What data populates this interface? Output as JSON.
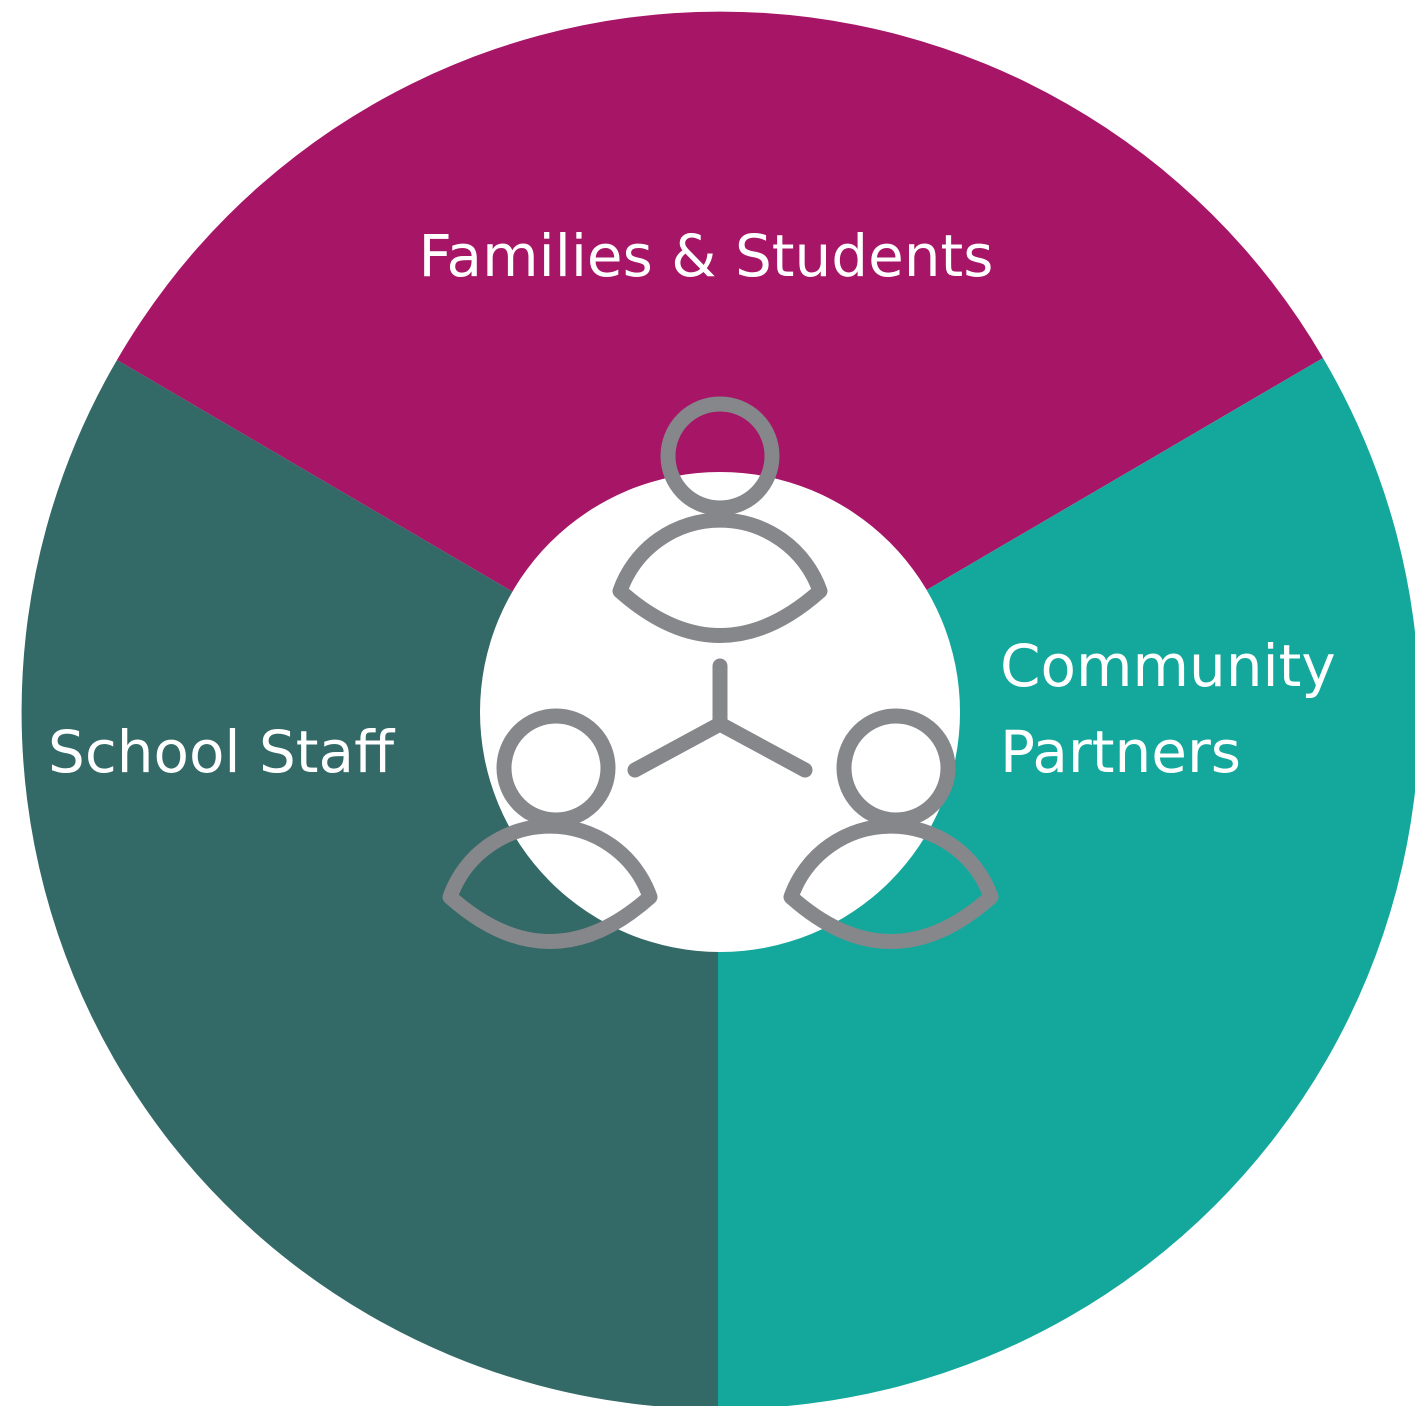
{
  "diagram": {
    "segments": [
      {
        "id": "families",
        "label": "Families & Students",
        "color": "#a61566"
      },
      {
        "id": "staff",
        "label": "School Staff",
        "color": "#336966"
      },
      {
        "id": "community",
        "label_line1": "Community",
        "label_line2": "Partners",
        "color": "#14a89d"
      }
    ],
    "center": {
      "fill": "#ffffff",
      "icon": "people-network-icon",
      "icon_color": "#86878b"
    }
  }
}
